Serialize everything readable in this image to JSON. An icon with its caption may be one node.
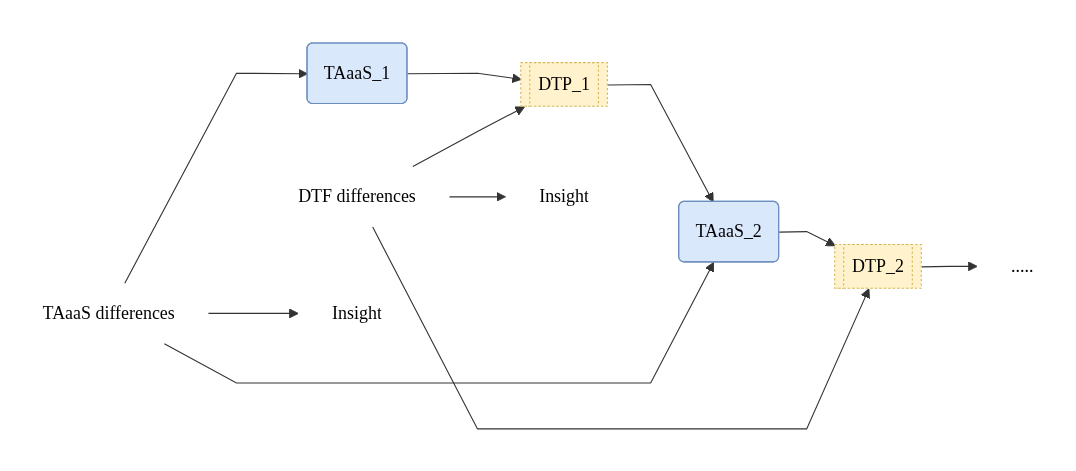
{
  "diagram": {
    "nodes": [
      {
        "text": [
          "TAaaS_1"
        ]
      },
      {
        "text": [
          "DTP_1"
        ]
      },
      {
        "text": [
          "TAaaS_2"
        ]
      },
      {
        "text": [
          "DTP_2"
        ]
      },
      {
        "text": [
          "....."
        ]
      },
      {
        "text": [
          "DTF differences"
        ]
      },
      {
        "text": [
          "Insight"
        ]
      },
      {
        "text": [
          "TAaaS differences"
        ]
      },
      {
        "text": [
          "Insight"
        ]
      }
    ],
    "edges": [
      {
        "from": 0,
        "to": 1,
        "arrow": "to"
      },
      {
        "from": 1,
        "to": 2,
        "arrow": "to"
      },
      {
        "from": 2,
        "to": 3,
        "arrow": "to"
      },
      {
        "from": 3,
        "to": 4,
        "arrow": "to"
      },
      {
        "from": 5,
        "to": 1,
        "arrow": "to"
      },
      {
        "from": 5,
        "to": 3,
        "arrow": "to"
      },
      {
        "from": 5,
        "to": 6,
        "arrow": "to"
      },
      {
        "from": 7,
        "to": 0,
        "arrow": "to"
      },
      {
        "from": 7,
        "to": 2,
        "arrow": "to"
      },
      {
        "from": 7,
        "to": 8,
        "arrow": "to"
      }
    ]
  }
}
